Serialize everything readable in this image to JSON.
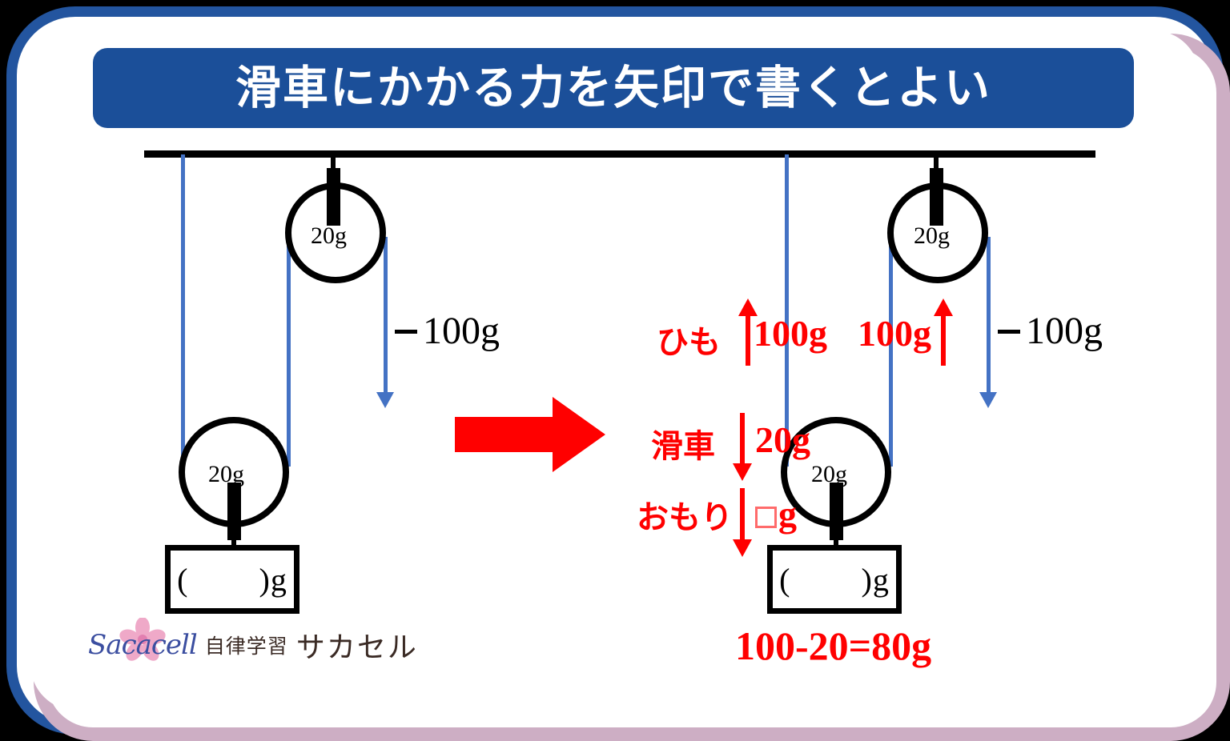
{
  "title": {
    "text": "滑車にかかる力を矢印で書くとよい",
    "background": "#1B4F99",
    "color": "#FFFFFF"
  },
  "frame": {
    "outer_color": "#23559F",
    "inner_color": "#CDAEC4",
    "background": "#FFFFFF",
    "page_background": "#000000"
  },
  "palette": {
    "rope": "#4472C4",
    "annotation_red": "#FF0000",
    "ink": "#000000"
  },
  "left_diagram": {
    "fixed_pulley_label": "20g",
    "movable_pulley_label": "20g",
    "tension_label": "100g",
    "weight_box_label": "(        )g"
  },
  "transition_arrow": {
    "name": "right-arrow",
    "color": "#FF0000"
  },
  "right_diagram": {
    "fixed_pulley_label": "20g",
    "movable_pulley_label": "20g",
    "tension_label": "100g",
    "weight_box_label": "(        )g",
    "annotations": {
      "rope_row_label": "ひも",
      "rope_force_left": "100g",
      "rope_force_right": "100g",
      "pulley_row_label": "滑車",
      "pulley_force": "20g",
      "weight_row_label": "おもり",
      "weight_force_unit": "g"
    },
    "formula": "100-20=80g"
  },
  "logo": {
    "script": "Sacacell",
    "jp_small": "自律学習",
    "jp_big": "サカセル",
    "flower_color": "#EFA9C8",
    "script_color": "#3B4EA0"
  }
}
